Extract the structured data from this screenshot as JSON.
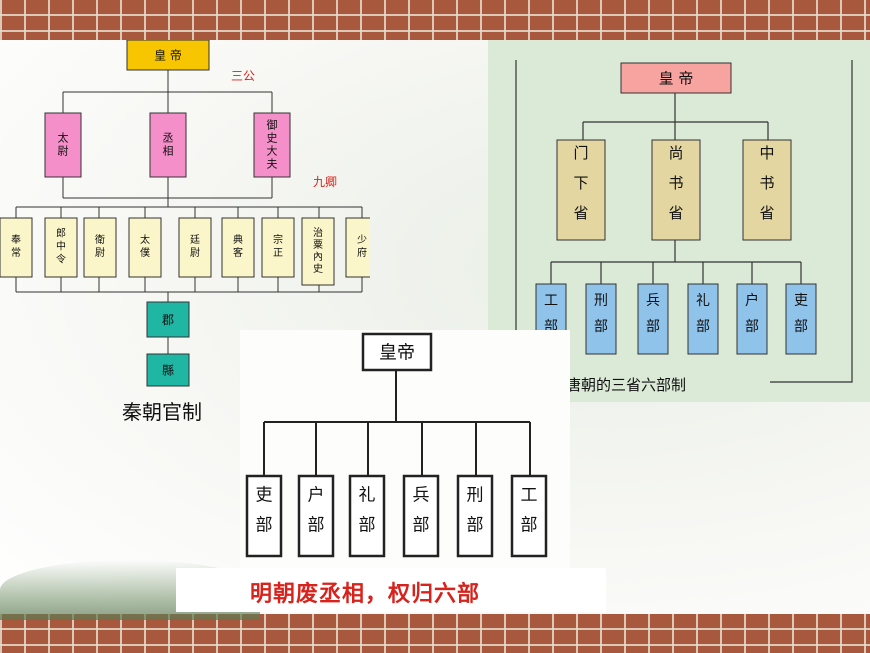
{
  "qin": {
    "emperor": "皇 帝",
    "sangong_label": "三公",
    "sangong": [
      "太尉",
      "丞相",
      "御史大夫"
    ],
    "jiuqing_label": "九卿",
    "jiuqing": [
      "奉常",
      "郎中令",
      "衛尉",
      "太僕",
      "廷尉",
      "典客",
      "宗正",
      "治粟內史",
      "少府"
    ],
    "jun": "郡",
    "xian": "縣",
    "caption": "秦朝官制",
    "colors": {
      "emperor": "#f7c600",
      "gong": "#f48fc9",
      "qing": "#fbf6c9",
      "local": "#1fb6a3"
    }
  },
  "tang": {
    "emperor": "皇 帝",
    "sheng": [
      "门下省",
      "尚书省",
      "中书省"
    ],
    "bu": [
      "工部",
      "刑部",
      "兵部",
      "礼部",
      "户部",
      "吏部"
    ],
    "caption": "唐朝的三省六部制",
    "colors": {
      "emperor": "#f7a3a0",
      "sheng": "#e3d6a1",
      "bu": "#8fc3ea",
      "panel": "#dbe9d7"
    }
  },
  "ming": {
    "emperor": "皇帝",
    "bu": [
      "吏部",
      "户部",
      "礼部",
      "兵部",
      "刑部",
      "工部"
    ],
    "caption": "明朝废丞相，权归六部",
    "colors": {
      "caption": "#d8231c"
    }
  }
}
